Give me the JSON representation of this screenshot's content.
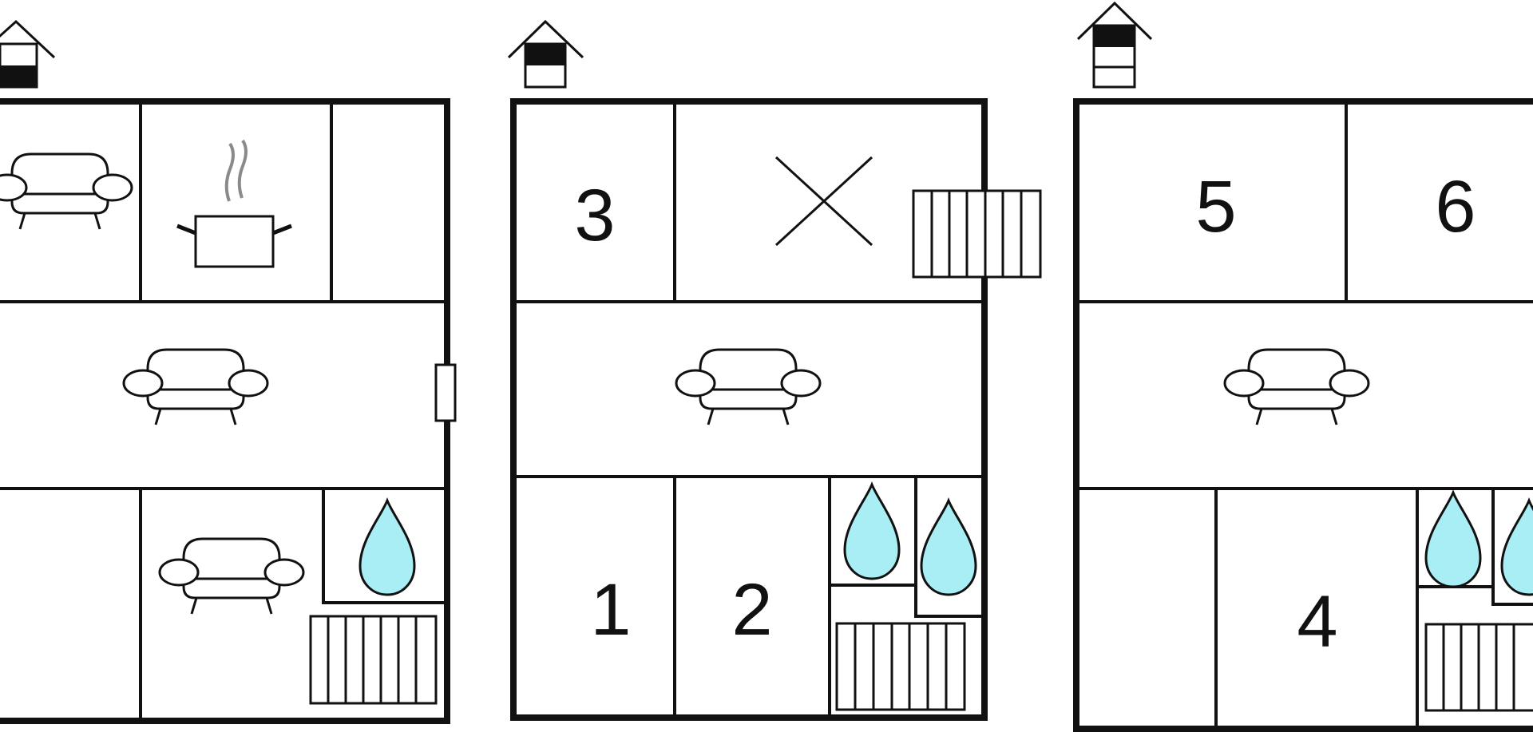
{
  "colors": {
    "wall": "#111111",
    "water": "#a8eef4",
    "steam": "#8a8a8a",
    "background": "#ffffff"
  },
  "floors": [
    {
      "level_icon": "house-level-icon-ground",
      "rooms": [
        {
          "icon": "sofa-icon",
          "label": ""
        },
        {
          "icon": "cooking-pot-icon",
          "label": ""
        },
        {
          "icon": "",
          "label": ""
        },
        {
          "icon": "sofa-icon",
          "label": ""
        },
        {
          "icon": "",
          "label": ""
        },
        {
          "icon": "sofa-icon",
          "label": ""
        },
        {
          "icon": "water-drop-icon",
          "label": ""
        }
      ],
      "extras": [
        "stairs-icon",
        "door-icon"
      ]
    },
    {
      "level_icon": "house-level-icon-first",
      "rooms": [
        {
          "icon": "",
          "label": "3"
        },
        {
          "icon": "cross-icon",
          "label": ""
        },
        {
          "icon": "sofa-icon",
          "label": ""
        },
        {
          "icon": "",
          "label": "1"
        },
        {
          "icon": "",
          "label": "2"
        },
        {
          "icon": "water-drop-icon",
          "label": ""
        },
        {
          "icon": "water-drop-icon",
          "label": ""
        }
      ],
      "extras": [
        "stairs-icon",
        "balcony-stairs-icon"
      ]
    },
    {
      "level_icon": "house-level-icon-top",
      "rooms": [
        {
          "icon": "",
          "label": "5"
        },
        {
          "icon": "",
          "label": "6"
        },
        {
          "icon": "sofa-icon",
          "label": ""
        },
        {
          "icon": "",
          "label": ""
        },
        {
          "icon": "",
          "label": "4"
        },
        {
          "icon": "water-drop-icon",
          "label": ""
        },
        {
          "icon": "water-drop-icon",
          "label": ""
        }
      ],
      "extras": [
        "stairs-icon"
      ]
    }
  ]
}
